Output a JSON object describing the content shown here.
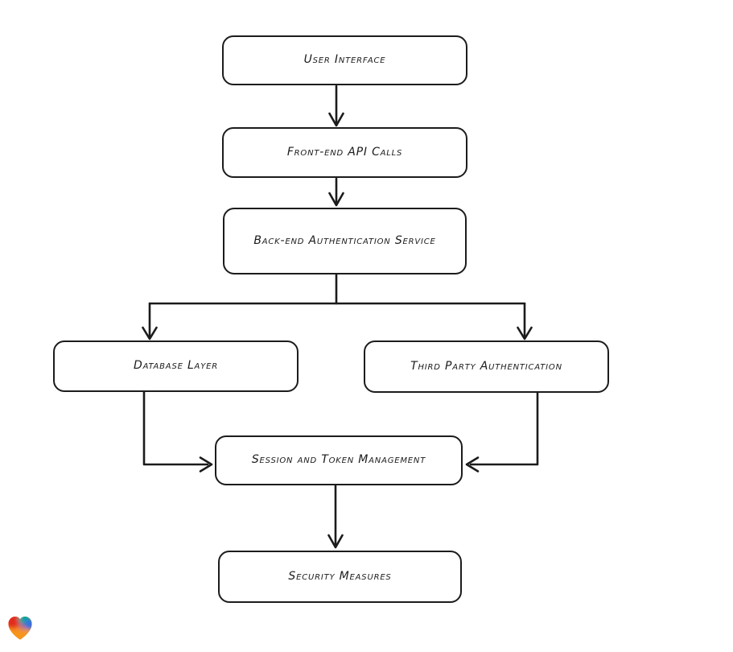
{
  "diagram": {
    "background_color": "#ffffff",
    "stroke_color": "#1b1b1b",
    "text_color": "#1b1b1b",
    "nodes": [
      {
        "id": "user-interface",
        "label": "User Interface"
      },
      {
        "id": "front-end-api-calls",
        "label": "Front-end API Calls"
      },
      {
        "id": "back-end-authentication-service",
        "label": "Back-end Authentication Service"
      },
      {
        "id": "database-layer",
        "label": "Database Layer"
      },
      {
        "id": "third-party-authentication",
        "label": "Third Party Authentication"
      },
      {
        "id": "session-and-token-management",
        "label": "Session and Token Management"
      },
      {
        "id": "security-measures",
        "label": "Security Measures"
      }
    ],
    "edges": [
      {
        "from": "user-interface",
        "to": "front-end-api-calls"
      },
      {
        "from": "front-end-api-calls",
        "to": "back-end-authentication-service"
      },
      {
        "from": "back-end-authentication-service",
        "to": "database-layer"
      },
      {
        "from": "back-end-authentication-service",
        "to": "third-party-authentication"
      },
      {
        "from": "database-layer",
        "to": "session-and-token-management"
      },
      {
        "from": "third-party-authentication",
        "to": "session-and-token-management"
      },
      {
        "from": "session-and-token-management",
        "to": "security-measures"
      }
    ]
  },
  "logo": {
    "name": "eraser-heart-logo",
    "colors": {
      "red": "#e42a1d",
      "teal": "#00a79d",
      "blue": "#2f6fe4",
      "purple": "#7b4fd0",
      "orange": "#f7941e"
    }
  }
}
